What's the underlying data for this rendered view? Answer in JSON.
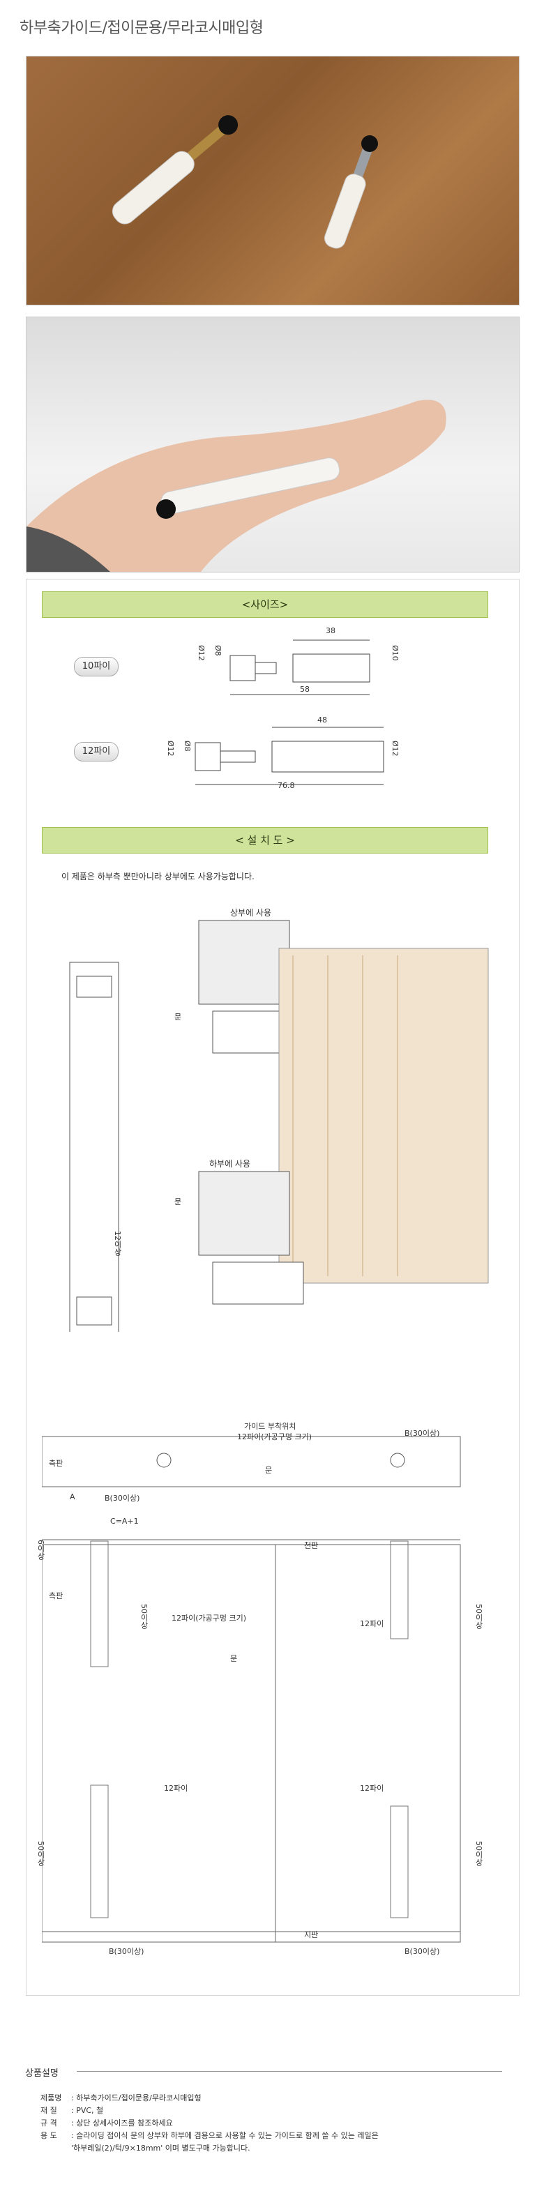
{
  "title": "하부축가이드/접이문용/무라코시매입형",
  "size_section": {
    "heading": "<사이즈>",
    "items": [
      {
        "label": "10파이",
        "d1": "Ø12",
        "d2": "Ø8",
        "len_top": "38",
        "len_bottom": "58",
        "d3": "Ø10"
      },
      {
        "label": "12파이",
        "d1": "Ø12",
        "d2": "Ø8",
        "len_top": "48",
        "len_bottom": "76.8",
        "d3": "Ø12"
      }
    ]
  },
  "install_section": {
    "heading": "< 설 치 도 >",
    "note": "이 제품은 하부측 뿐만아니라 상부에도 사용가능합니다.",
    "top_use": "상부에 사용",
    "bottom_use": "하부에 사용",
    "door": "문",
    "dim_12": "12이상"
  },
  "plan_section": {
    "guide_label": "가이드 부착위치",
    "hole_label": "12파이(가공구멍 크기)",
    "side": "측판",
    "door": "문",
    "b30": "B(30이상)",
    "a": "A",
    "c_formula": "C=A+1",
    "ceiling": "천판",
    "floor": "지판",
    "min6": "6이상",
    "min50": "50이상",
    "p12": "12파이",
    "p12_hole": "12파이(가공구멍 크기)"
  },
  "product": {
    "heading": "상품설명",
    "rows": [
      {
        "k": "제품명",
        "v": "하부축가이드/접이문용/무라코시매입형"
      },
      {
        "k": "재 질",
        "v": "PVC, 철"
      },
      {
        "k": "규 격",
        "v": "상단 상세사이즈를 참조하세요"
      },
      {
        "k": "용 도",
        "v": "슬라이딩 접이식 문의 상부와 하부에 겸용으로 사용할 수 있는 가이드로 함께 쓸 수 있는 레일은"
      },
      {
        "k": "",
        "v": "'하부레일(2)/턱/9×18mm' 이며 별도구매 가능합니다."
      }
    ]
  }
}
